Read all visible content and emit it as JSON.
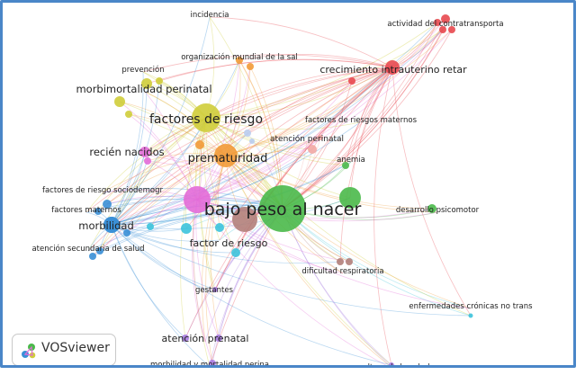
{
  "app": {
    "logo_text": "VOSviewer"
  },
  "network": {
    "clusters": {
      "red": "#e8494f",
      "green": "#4ab94a",
      "yellow": "#cfcd3a",
      "orange": "#f29a37",
      "pink": "#e36bd8",
      "blue": "#3a8fd6",
      "cyan": "#3cc3db",
      "purple": "#a77be0",
      "brown": "#b37f7a",
      "lightred": "#f2a7a3",
      "lightblue": "#b9cdf0"
    },
    "nodes": [
      {
        "id": "bpn",
        "label": "bajo peso al nacer",
        "cluster": "green",
        "weight": 10
      },
      {
        "id": "fr",
        "label": "factores de riesgo",
        "cluster": "yellow",
        "weight": 7
      },
      {
        "id": "prem",
        "label": "prematuridad",
        "cluster": "orange",
        "weight": 6
      },
      {
        "id": "ciu",
        "label": "crecimiento intrauterino retar",
        "cluster": "red",
        "weight": 4.5
      },
      {
        "id": "mmp",
        "label": "morbimortalidad perinatal",
        "cluster": "yellow",
        "weight": 3.5
      },
      {
        "id": "rn",
        "label": "recién nacidos",
        "cluster": "pink",
        "weight": 3.5
      },
      {
        "id": "morb",
        "label": "morbilidad",
        "cluster": "blue",
        "weight": 3.5
      },
      {
        "id": "fr2",
        "label": "factor de riesgo",
        "cluster": "cyan",
        "weight": 3.5
      },
      {
        "id": "ap",
        "label": "atención prenatal",
        "cluster": "purple",
        "weight": 3.5
      },
      {
        "id": "inc",
        "label": "incidencia",
        "cluster": "yellow",
        "weight": 2
      },
      {
        "id": "oms",
        "label": "organización mundial de la sal",
        "cluster": "orange",
        "weight": 2
      },
      {
        "id": "prev",
        "label": "prevención",
        "cluster": "yellow",
        "weight": 2
      },
      {
        "id": "act",
        "label": "actividad del contratransporta",
        "cluster": "red",
        "weight": 2
      },
      {
        "id": "frm",
        "label": "factores de riesgos maternos",
        "cluster": "red",
        "weight": 2
      },
      {
        "id": "aper",
        "label": "atención perinatal",
        "cluster": "lightred",
        "weight": 2
      },
      {
        "id": "anem",
        "label": "anemia",
        "cluster": "green",
        "weight": 2
      },
      {
        "id": "frsd",
        "label": "factores de riesgo sociodemogr",
        "cluster": "blue",
        "weight": 2
      },
      {
        "id": "fm",
        "label": "factores maternos",
        "cluster": "blue",
        "weight": 2
      },
      {
        "id": "dp",
        "label": "desarrollo psicomotor",
        "cluster": "green",
        "weight": 2
      },
      {
        "id": "ass",
        "label": "atención secundaria de salud",
        "cluster": "blue",
        "weight": 2
      },
      {
        "id": "dr",
        "label": "dificultad respiratoria",
        "cluster": "brown",
        "weight": 2
      },
      {
        "id": "gest",
        "label": "gestantes",
        "cluster": "purple",
        "weight": 2
      },
      {
        "id": "ecnt",
        "label": "enfermedades crónicas no trans",
        "cluster": "cyan",
        "weight": 2
      },
      {
        "id": "mmpe",
        "label": "morbilidad y mortalidad perina",
        "cluster": "purple",
        "weight": 2
      },
      {
        "id": "cs",
        "label": "cultura de la salud",
        "cluster": "purple",
        "weight": 2
      }
    ]
  }
}
